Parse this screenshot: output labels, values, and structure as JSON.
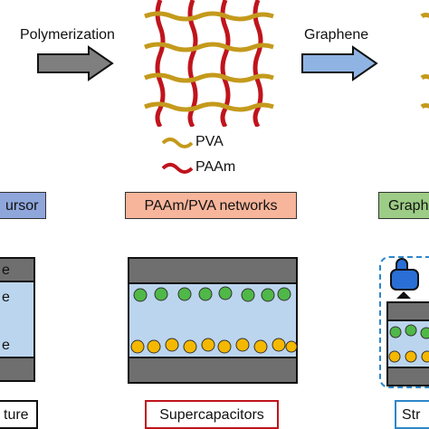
{
  "steps": {
    "polymerization": "Polymerization",
    "graphene": "Graphene"
  },
  "legend": {
    "pva": "PVA",
    "paam": "PAAm"
  },
  "stage_labels": {
    "left": "ursor",
    "middle": "PAAm/PVA networks",
    "right": "Graph"
  },
  "device_layer_labels": {
    "top": "e",
    "middle": "e",
    "bottom": "e"
  },
  "bottom_labels": {
    "left": "ture",
    "middle": "Supercapacitors",
    "right": "Str"
  },
  "colors": {
    "pva": "#c49a1c",
    "paam": "#c0141c",
    "electrode": "#6f6f6f",
    "electrolyte": "#bcd5ee",
    "green_particle": "#4fb848",
    "yellow_particle": "#f5b800",
    "left_box": "#8fa6db",
    "middle_box": "#f7b59b",
    "right_box": "#9ccc85",
    "left_outline": "#111111",
    "middle_outline": "#c0141c",
    "right_outline": "#2e86c8",
    "arrow_dark": "#7f7f7f",
    "arrow_light": "#8fb4e3",
    "hand": "#2a6fd6"
  }
}
